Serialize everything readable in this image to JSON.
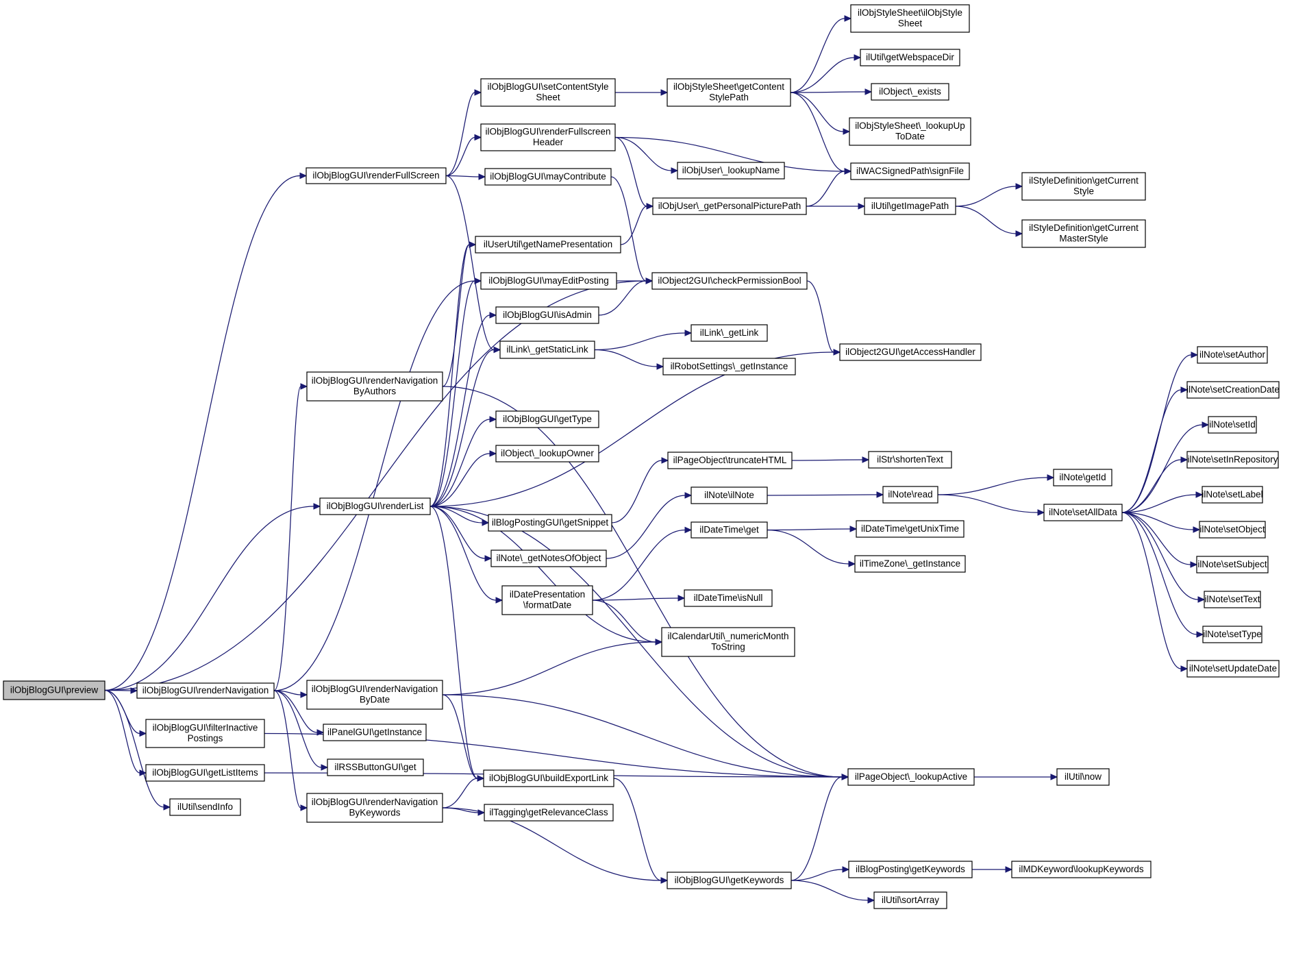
{
  "graph": {
    "nodes": [
      {
        "id": "preview",
        "lines": [
          "ilObjBlogGUI\\preview"
        ],
        "root": true
      },
      {
        "id": "renderFullScreen",
        "lines": [
          "ilObjBlogGUI\\renderFullScreen"
        ]
      },
      {
        "id": "renderNavigation",
        "lines": [
          "ilObjBlogGUI\\renderNavigation"
        ]
      },
      {
        "id": "filterInactive",
        "lines": [
          "ilObjBlogGUI\\filterInactive",
          "Postings"
        ]
      },
      {
        "id": "getListItems",
        "lines": [
          "ilObjBlogGUI\\getListItems"
        ]
      },
      {
        "id": "sendInfo",
        "lines": [
          "ilUtil\\sendInfo"
        ]
      },
      {
        "id": "renderNavByAuthors",
        "lines": [
          "ilObjBlogGUI\\renderNavigation",
          "ByAuthors"
        ]
      },
      {
        "id": "renderList",
        "lines": [
          "ilObjBlogGUI\\renderList"
        ]
      },
      {
        "id": "renderNavByDate",
        "lines": [
          "ilObjBlogGUI\\renderNavigation",
          "ByDate"
        ]
      },
      {
        "id": "panelGetInstance",
        "lines": [
          "ilPanelGUI\\getInstance"
        ]
      },
      {
        "id": "rssGet",
        "lines": [
          "ilRSSButtonGUI\\get"
        ]
      },
      {
        "id": "renderNavByKeywords",
        "lines": [
          "ilObjBlogGUI\\renderNavigation",
          "ByKeywords"
        ]
      },
      {
        "id": "setContentStyleSheet",
        "lines": [
          "ilObjBlogGUI\\setContentStyle",
          "Sheet"
        ]
      },
      {
        "id": "renderFullscreenHeader",
        "lines": [
          "ilObjBlogGUI\\renderFullscreen",
          "Header"
        ]
      },
      {
        "id": "mayContribute",
        "lines": [
          "ilObjBlogGUI\\mayContribute"
        ]
      },
      {
        "id": "getNamePresentation",
        "lines": [
          "ilUserUtil\\getNamePresentation"
        ]
      },
      {
        "id": "mayEditPosting",
        "lines": [
          "ilObjBlogGUI\\mayEditPosting"
        ]
      },
      {
        "id": "isAdmin",
        "lines": [
          "ilObjBlogGUI\\isAdmin"
        ]
      },
      {
        "id": "getStaticLink",
        "lines": [
          "ilLink\\_getStaticLink"
        ]
      },
      {
        "id": "getType",
        "lines": [
          "ilObjBlogGUI\\getType"
        ]
      },
      {
        "id": "lookupOwner",
        "lines": [
          "ilObject\\_lookupOwner"
        ]
      },
      {
        "id": "getSnippet",
        "lines": [
          "ilBlogPostingGUI\\getSnippet"
        ]
      },
      {
        "id": "getNotesOfObject",
        "lines": [
          "ilNote\\_getNotesOfObject"
        ]
      },
      {
        "id": "formatDate",
        "lines": [
          "ilDatePresentation",
          "\\formatDate"
        ]
      },
      {
        "id": "buildExportLink",
        "lines": [
          "ilObjBlogGUI\\buildExportLink"
        ]
      },
      {
        "id": "getRelevanceClass",
        "lines": [
          "ilTagging\\getRelevanceClass"
        ]
      },
      {
        "id": "getContentStylePath",
        "lines": [
          "ilObjStyleSheet\\getContent",
          "StylePath"
        ]
      },
      {
        "id": "lookupName",
        "lines": [
          "ilObjUser\\_lookupName"
        ]
      },
      {
        "id": "getPersonalPicturePath",
        "lines": [
          "ilObjUser\\_getPersonalPicturePath"
        ]
      },
      {
        "id": "checkPermissionBool",
        "lines": [
          "ilObject2GUI\\checkPermissionBool"
        ]
      },
      {
        "id": "getLink",
        "lines": [
          "ilLink\\_getLink"
        ]
      },
      {
        "id": "robotGetInstance",
        "lines": [
          "ilRobotSettings\\_getInstance"
        ]
      },
      {
        "id": "truncateHTML",
        "lines": [
          "ilPageObject\\truncateHTML"
        ]
      },
      {
        "id": "ilNoteCtor",
        "lines": [
          "ilNote\\ilNote"
        ]
      },
      {
        "id": "dtGet",
        "lines": [
          "ilDateTime\\get"
        ]
      },
      {
        "id": "dtIsNull",
        "lines": [
          "ilDateTime\\isNull"
        ]
      },
      {
        "id": "numericMonth",
        "lines": [
          "ilCalendarUtil\\_numericMonth",
          "ToString"
        ]
      },
      {
        "id": "lookupActive",
        "lines": [
          "ilPageObject\\_lookupActive"
        ]
      },
      {
        "id": "getKeywords",
        "lines": [
          "ilObjBlogGUI\\getKeywords"
        ]
      },
      {
        "id": "styleCtor",
        "lines": [
          "ilObjStyleSheet\\ilObjStyle",
          "Sheet"
        ]
      },
      {
        "id": "getWebspaceDir",
        "lines": [
          "ilUtil\\getWebspaceDir"
        ]
      },
      {
        "id": "objExists",
        "lines": [
          "ilObject\\_exists"
        ]
      },
      {
        "id": "lookupUpToDate",
        "lines": [
          "ilObjStyleSheet\\_lookupUp",
          "ToDate"
        ]
      },
      {
        "id": "signFile",
        "lines": [
          "ilWACSignedPath\\signFile"
        ]
      },
      {
        "id": "getImagePath",
        "lines": [
          "ilUtil\\getImagePath"
        ]
      },
      {
        "id": "getAccessHandler",
        "lines": [
          "ilObject2GUI\\getAccessHandler"
        ]
      },
      {
        "id": "shortenText",
        "lines": [
          "ilStr\\shortenText"
        ]
      },
      {
        "id": "noteRead",
        "lines": [
          "ilNote\\read"
        ]
      },
      {
        "id": "getUnixTime",
        "lines": [
          "ilDateTime\\getUnixTime"
        ]
      },
      {
        "id": "tzGetInstance",
        "lines": [
          "ilTimeZone\\_getInstance"
        ]
      },
      {
        "id": "utilNow",
        "lines": [
          "ilUtil\\now"
        ]
      },
      {
        "id": "blogPostingGetKeywords",
        "lines": [
          "ilBlogPosting\\getKeywords"
        ]
      },
      {
        "id": "sortArray",
        "lines": [
          "ilUtil\\sortArray"
        ]
      },
      {
        "id": "getCurrentStyle",
        "lines": [
          "ilStyleDefinition\\getCurrent",
          "Style"
        ]
      },
      {
        "id": "getCurrentMasterStyle",
        "lines": [
          "ilStyleDefinition\\getCurrent",
          "MasterStyle"
        ]
      },
      {
        "id": "noteGetId",
        "lines": [
          "ilNote\\getId"
        ]
      },
      {
        "id": "setAllData",
        "lines": [
          "ilNote\\setAllData"
        ]
      },
      {
        "id": "lookupKeywords",
        "lines": [
          "ilMDKeyword\\lookupKeywords"
        ]
      },
      {
        "id": "setAuthor",
        "lines": [
          "ilNote\\setAuthor"
        ]
      },
      {
        "id": "setCreationDate",
        "lines": [
          "ilNote\\setCreationDate"
        ]
      },
      {
        "id": "setId",
        "lines": [
          "ilNote\\setId"
        ]
      },
      {
        "id": "setInRepository",
        "lines": [
          "ilNote\\setInRepository"
        ]
      },
      {
        "id": "setLabel",
        "lines": [
          "ilNote\\setLabel"
        ]
      },
      {
        "id": "setObject",
        "lines": [
          "ilNote\\setObject"
        ]
      },
      {
        "id": "setSubject",
        "lines": [
          "ilNote\\setSubject"
        ]
      },
      {
        "id": "setText",
        "lines": [
          "ilNote\\setText"
        ]
      },
      {
        "id": "setType",
        "lines": [
          "ilNote\\setType"
        ]
      },
      {
        "id": "setUpdateDate",
        "lines": [
          "ilNote\\setUpdateDate"
        ]
      }
    ],
    "edges": [
      [
        "preview",
        "renderFullScreen"
      ],
      [
        "preview",
        "renderNavigation"
      ],
      [
        "preview",
        "filterInactive"
      ],
      [
        "preview",
        "getListItems"
      ],
      [
        "preview",
        "sendInfo"
      ],
      [
        "preview",
        "renderList"
      ],
      [
        "preview",
        "checkPermissionBool"
      ],
      [
        "renderFullScreen",
        "setContentStyleSheet"
      ],
      [
        "renderFullScreen",
        "renderFullscreenHeader"
      ],
      [
        "renderFullScreen",
        "mayContribute"
      ],
      [
        "renderFullScreen",
        "getStaticLink"
      ],
      [
        "renderNavigation",
        "renderNavByAuthors"
      ],
      [
        "renderNavigation",
        "mayEditPosting"
      ],
      [
        "renderNavigation",
        "renderNavByDate"
      ],
      [
        "renderNavigation",
        "panelGetInstance"
      ],
      [
        "renderNavigation",
        "rssGet"
      ],
      [
        "renderNavigation",
        "renderNavByKeywords"
      ],
      [
        "filterInactive",
        "lookupActive"
      ],
      [
        "getListItems",
        "lookupActive"
      ],
      [
        "renderNavByAuthors",
        "getNamePresentation"
      ],
      [
        "renderNavByAuthors",
        "lookupActive"
      ],
      [
        "renderList",
        "getNamePresentation"
      ],
      [
        "renderList",
        "mayEditPosting"
      ],
      [
        "renderList",
        "isAdmin"
      ],
      [
        "renderList",
        "getStaticLink"
      ],
      [
        "renderList",
        "getType"
      ],
      [
        "renderList",
        "lookupOwner"
      ],
      [
        "renderList",
        "getAccessHandler"
      ],
      [
        "renderList",
        "getSnippet"
      ],
      [
        "renderList",
        "getNotesOfObject"
      ],
      [
        "renderList",
        "formatDate"
      ],
      [
        "renderList",
        "numericMonth"
      ],
      [
        "renderList",
        "buildExportLink"
      ],
      [
        "renderList",
        "lookupActive"
      ],
      [
        "renderNavByDate",
        "numericMonth"
      ],
      [
        "renderNavByDate",
        "buildExportLink"
      ],
      [
        "renderNavByDate",
        "lookupActive"
      ],
      [
        "renderNavByKeywords",
        "buildExportLink"
      ],
      [
        "renderNavByKeywords",
        "getRelevanceClass"
      ],
      [
        "renderNavByKeywords",
        "getKeywords"
      ],
      [
        "setContentStyleSheet",
        "getContentStylePath"
      ],
      [
        "renderFullscreenHeader",
        "lookupName"
      ],
      [
        "renderFullscreenHeader",
        "getPersonalPicturePath"
      ],
      [
        "renderFullscreenHeader",
        "signFile"
      ],
      [
        "mayContribute",
        "checkPermissionBool"
      ],
      [
        "getNamePresentation",
        "getPersonalPicturePath"
      ],
      [
        "mayEditPosting",
        "checkPermissionBool"
      ],
      [
        "isAdmin",
        "checkPermissionBool"
      ],
      [
        "getStaticLink",
        "getLink"
      ],
      [
        "getStaticLink",
        "robotGetInstance"
      ],
      [
        "getSnippet",
        "truncateHTML"
      ],
      [
        "getNotesOfObject",
        "ilNoteCtor"
      ],
      [
        "formatDate",
        "dtGet"
      ],
      [
        "formatDate",
        "dtIsNull"
      ],
      [
        "formatDate",
        "numericMonth"
      ],
      [
        "buildExportLink",
        "getKeywords"
      ],
      [
        "getContentStylePath",
        "styleCtor"
      ],
      [
        "getContentStylePath",
        "getWebspaceDir"
      ],
      [
        "getContentStylePath",
        "objExists"
      ],
      [
        "getContentStylePath",
        "lookupUpToDate"
      ],
      [
        "getContentStylePath",
        "signFile"
      ],
      [
        "getPersonalPicturePath",
        "signFile"
      ],
      [
        "getPersonalPicturePath",
        "getImagePath"
      ],
      [
        "checkPermissionBool",
        "getAccessHandler"
      ],
      [
        "truncateHTML",
        "shortenText"
      ],
      [
        "ilNoteCtor",
        "noteRead"
      ],
      [
        "dtGet",
        "getUnixTime"
      ],
      [
        "dtGet",
        "tzGetInstance"
      ],
      [
        "lookupActive",
        "utilNow"
      ],
      [
        "getKeywords",
        "lookupActive"
      ],
      [
        "getKeywords",
        "blogPostingGetKeywords"
      ],
      [
        "getKeywords",
        "sortArray"
      ],
      [
        "getImagePath",
        "getCurrentStyle"
      ],
      [
        "getImagePath",
        "getCurrentMasterStyle"
      ],
      [
        "noteRead",
        "noteGetId"
      ],
      [
        "noteRead",
        "setAllData"
      ],
      [
        "blogPostingGetKeywords",
        "lookupKeywords"
      ],
      [
        "setAllData",
        "setAuthor"
      ],
      [
        "setAllData",
        "setCreationDate"
      ],
      [
        "setAllData",
        "setId"
      ],
      [
        "setAllData",
        "setInRepository"
      ],
      [
        "setAllData",
        "setLabel"
      ],
      [
        "setAllData",
        "setObject"
      ],
      [
        "setAllData",
        "setSubject"
      ],
      [
        "setAllData",
        "setText"
      ],
      [
        "setAllData",
        "setType"
      ],
      [
        "setAllData",
        "setUpdateDate"
      ]
    ]
  }
}
